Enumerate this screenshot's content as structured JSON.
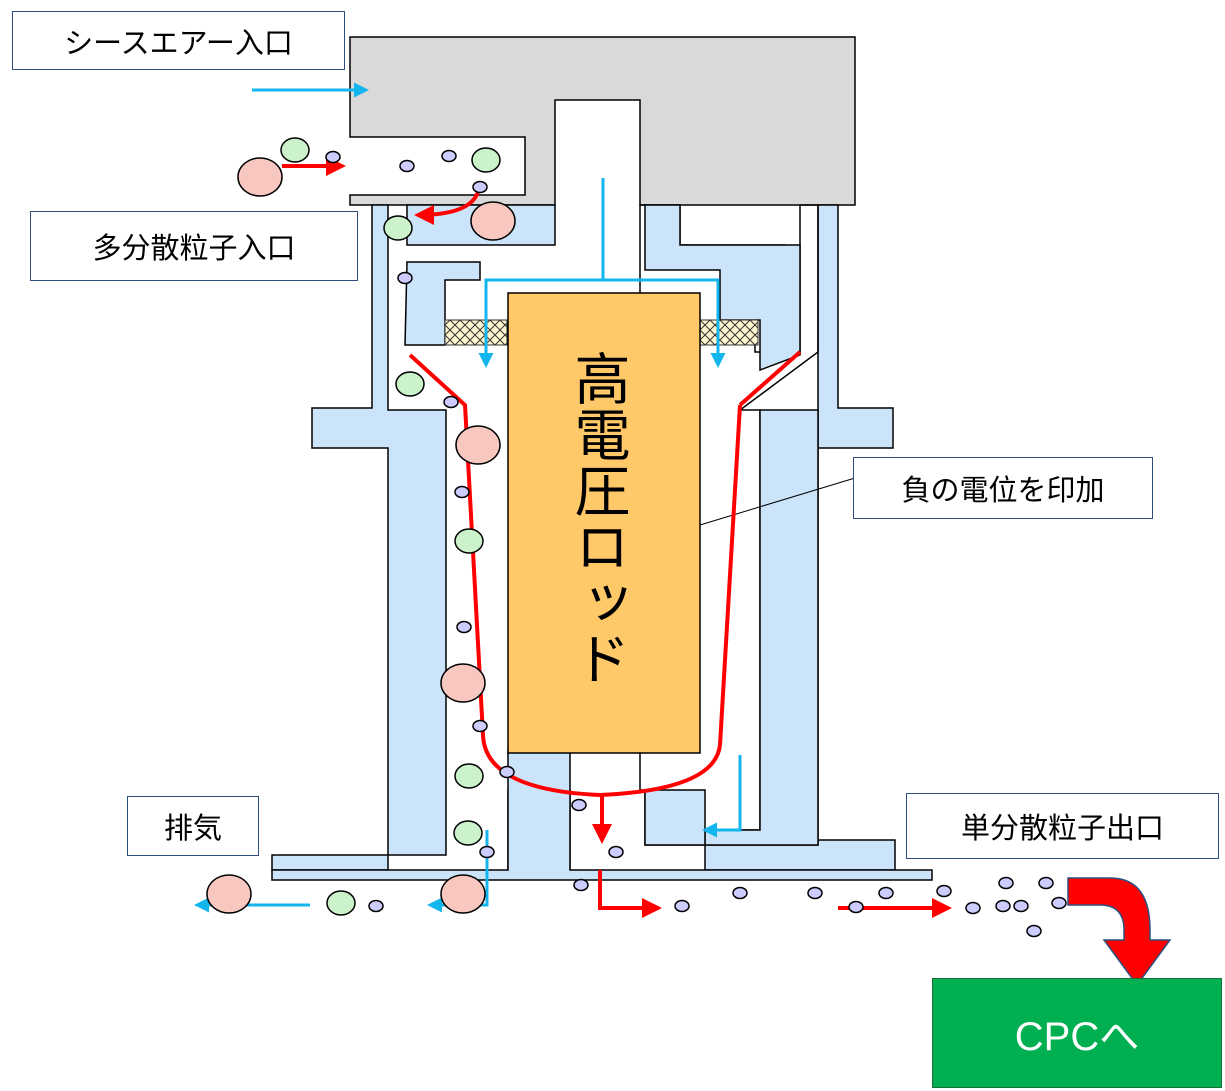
{
  "labels": {
    "sheath_air_inlet": "シースエアー入口",
    "polydisperse_inlet": "多分散粒子入口",
    "high_voltage_rod": "高電圧ロッド",
    "negative_potential": "負の電位を印加",
    "exhaust": "排気",
    "monodisperse_outlet": "単分散粒子出口",
    "cpc": "CPCへ"
  },
  "colors": {
    "housing_gray": "#d9d9d9",
    "wall_blue": "#cce4fa",
    "rod_orange": "#ffc869",
    "air_arrow": "#13b6ec",
    "particle_path": "#ff0000",
    "large_particle": "#f8c8c0",
    "medium_particle": "#ccf2cc",
    "small_particle": "#ccccff",
    "cpc_green": "#00b050"
  }
}
